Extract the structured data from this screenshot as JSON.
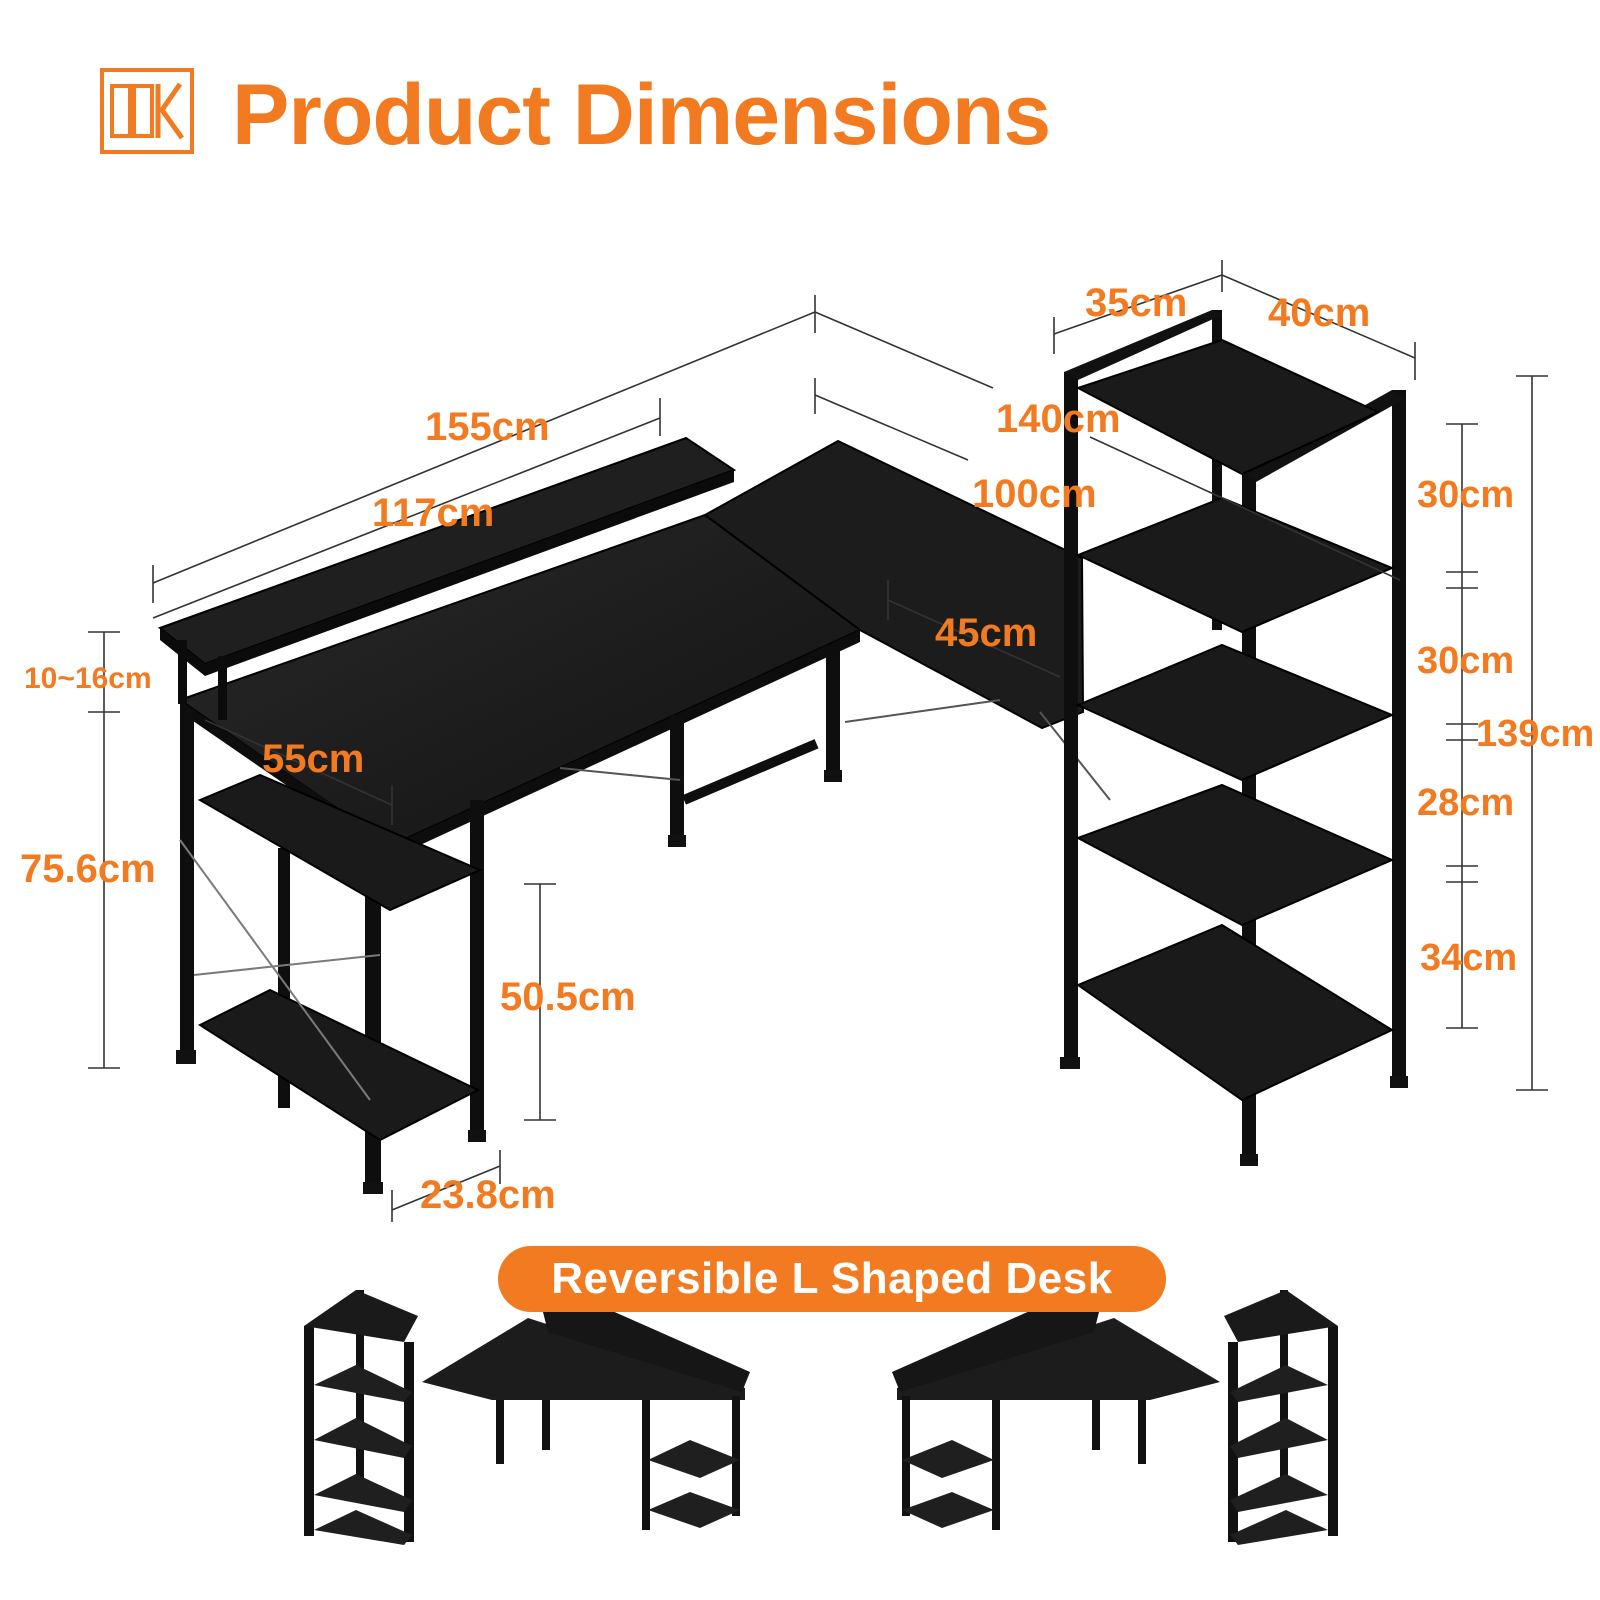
{
  "accent_color": "#F27B21",
  "header": {
    "logo_icon": "ddk-logo-icon",
    "logo_text": "DDK",
    "title": "Product Dimensions"
  },
  "dimensions": {
    "monitor_shelf_length": "155cm",
    "desk_main_length": "117cm",
    "desk_return_length": "140cm",
    "return_inner_length": "100cm",
    "return_depth": "45cm",
    "main_depth": "55cm",
    "monitor_stand_height": "10~16cm",
    "desk_height": "75.6cm",
    "shelf_height": "50.5cm",
    "shelf_width": "23.8cm",
    "bookshelf_depth": "35cm",
    "bookshelf_width": "40cm",
    "tier_1": "30cm",
    "tier_2": "30cm",
    "tier_3": "28cm",
    "tier_4": "34cm",
    "bookshelf_height": "139cm"
  },
  "footer": {
    "badge": "Reversible L Shaped Desk"
  }
}
